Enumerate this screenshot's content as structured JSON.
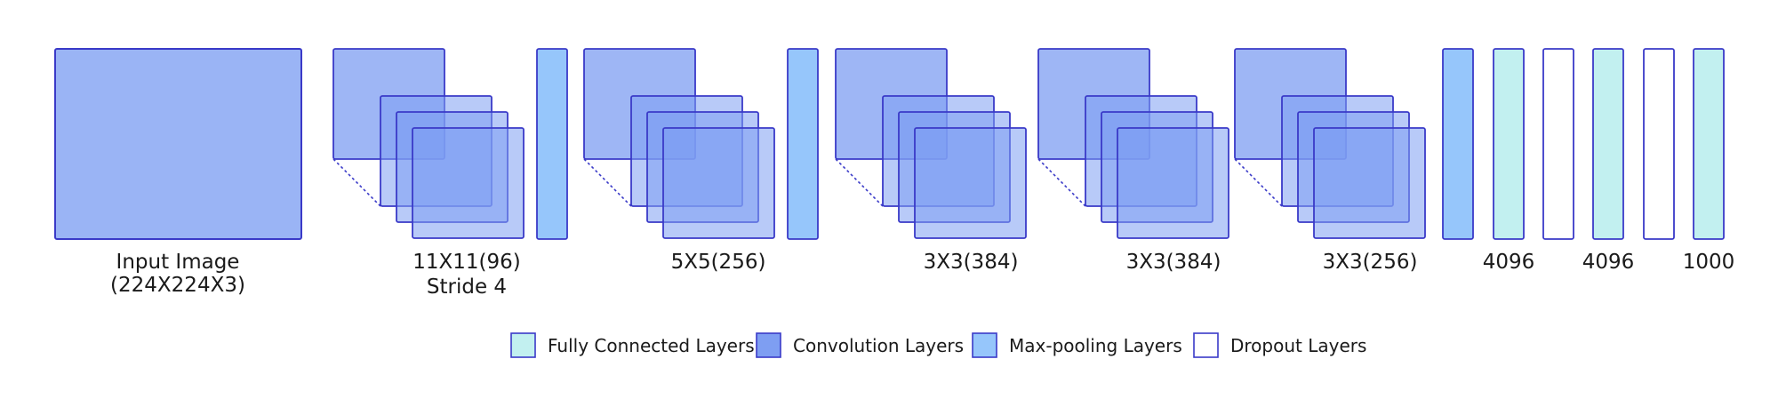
{
  "colors": {
    "stroke": "#3a3ac8",
    "input_fill": "#9ab4f5",
    "conv_fill": "#7e9ef2",
    "conv_fill_opacity": 0.55,
    "maxpool_fill": "#96c6fb",
    "fc_fill": "#c2f0f0",
    "dropout_fill": "#ffffff"
  },
  "input": {
    "label_line1": "Input Image",
    "label_line2": "(224X224X3)"
  },
  "conv_blocks": [
    {
      "label_line1": "11X11(96)",
      "label_line2": "Stride 4"
    },
    {
      "label_line1": "5X5(256)",
      "label_line2": ""
    },
    {
      "label_line1": "3X3(384)",
      "label_line2": ""
    },
    {
      "label_line1": "3X3(384)",
      "label_line2": ""
    },
    {
      "label_line1": "3X3(256)",
      "label_line2": ""
    }
  ],
  "dense_layers": [
    {
      "kind": "maxpool",
      "label": ""
    },
    {
      "kind": "fc",
      "label": "4096"
    },
    {
      "kind": "dropout",
      "label": ""
    },
    {
      "kind": "fc",
      "label": "4096"
    },
    {
      "kind": "dropout",
      "label": ""
    },
    {
      "kind": "fc",
      "label": "1000"
    }
  ],
  "legend": [
    {
      "kind": "fc",
      "label": "Fully Connected Layers"
    },
    {
      "kind": "conv",
      "label": "Convolution Layers"
    },
    {
      "kind": "maxpool",
      "label": "Max-pooling Layers"
    },
    {
      "kind": "dropout",
      "label": "Dropout Layers"
    }
  ]
}
